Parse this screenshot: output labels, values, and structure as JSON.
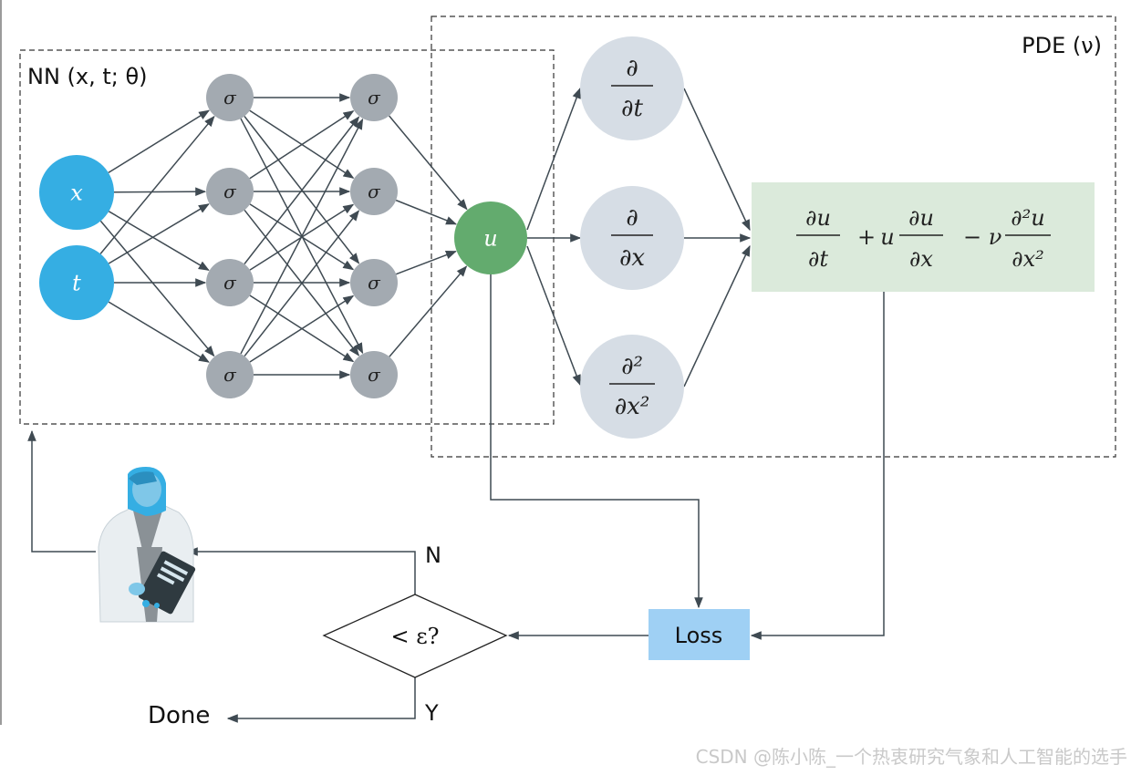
{
  "nn_box": {
    "title": "NN (x, t; θ)"
  },
  "pde_box": {
    "title": "PDE (ν)"
  },
  "inputs": [
    {
      "label": "x"
    },
    {
      "label": "t"
    }
  ],
  "hidden_layers": [
    {
      "neurons": [
        "σ",
        "σ",
        "σ",
        "σ"
      ]
    },
    {
      "neurons": [
        "σ",
        "σ",
        "σ",
        "σ"
      ]
    }
  ],
  "output": {
    "label": "u"
  },
  "derivatives": [
    {
      "num": "∂",
      "den": "∂t"
    },
    {
      "num": "∂",
      "den": "∂x"
    },
    {
      "num": "∂²",
      "den": "∂x²"
    }
  ],
  "pde_equation": {
    "t1_num": "∂u",
    "t1_den": "∂t",
    "op1": "+",
    "coef1": "u",
    "t2_num": "∂u",
    "t2_den": "∂x",
    "op2": "−",
    "coef2": "ν",
    "t3_num": "∂²u",
    "t3_den": "∂x²"
  },
  "loss": {
    "label": "Loss"
  },
  "decision": {
    "label": "< ε?",
    "no": "N",
    "yes": "Y"
  },
  "done": {
    "label": "Done"
  },
  "watermark": "CSDN @陈小陈_一个热衷研究气象和人工智能的选手",
  "colors": {
    "input_node": "#35aee3",
    "hidden_node": "#a3aab1",
    "output_node": "#63ab6e",
    "derivative_node": "#d6dde5",
    "pde_box": "#dbeadb",
    "loss_box": "#9fd0f4",
    "edge": "#3f4a52"
  }
}
